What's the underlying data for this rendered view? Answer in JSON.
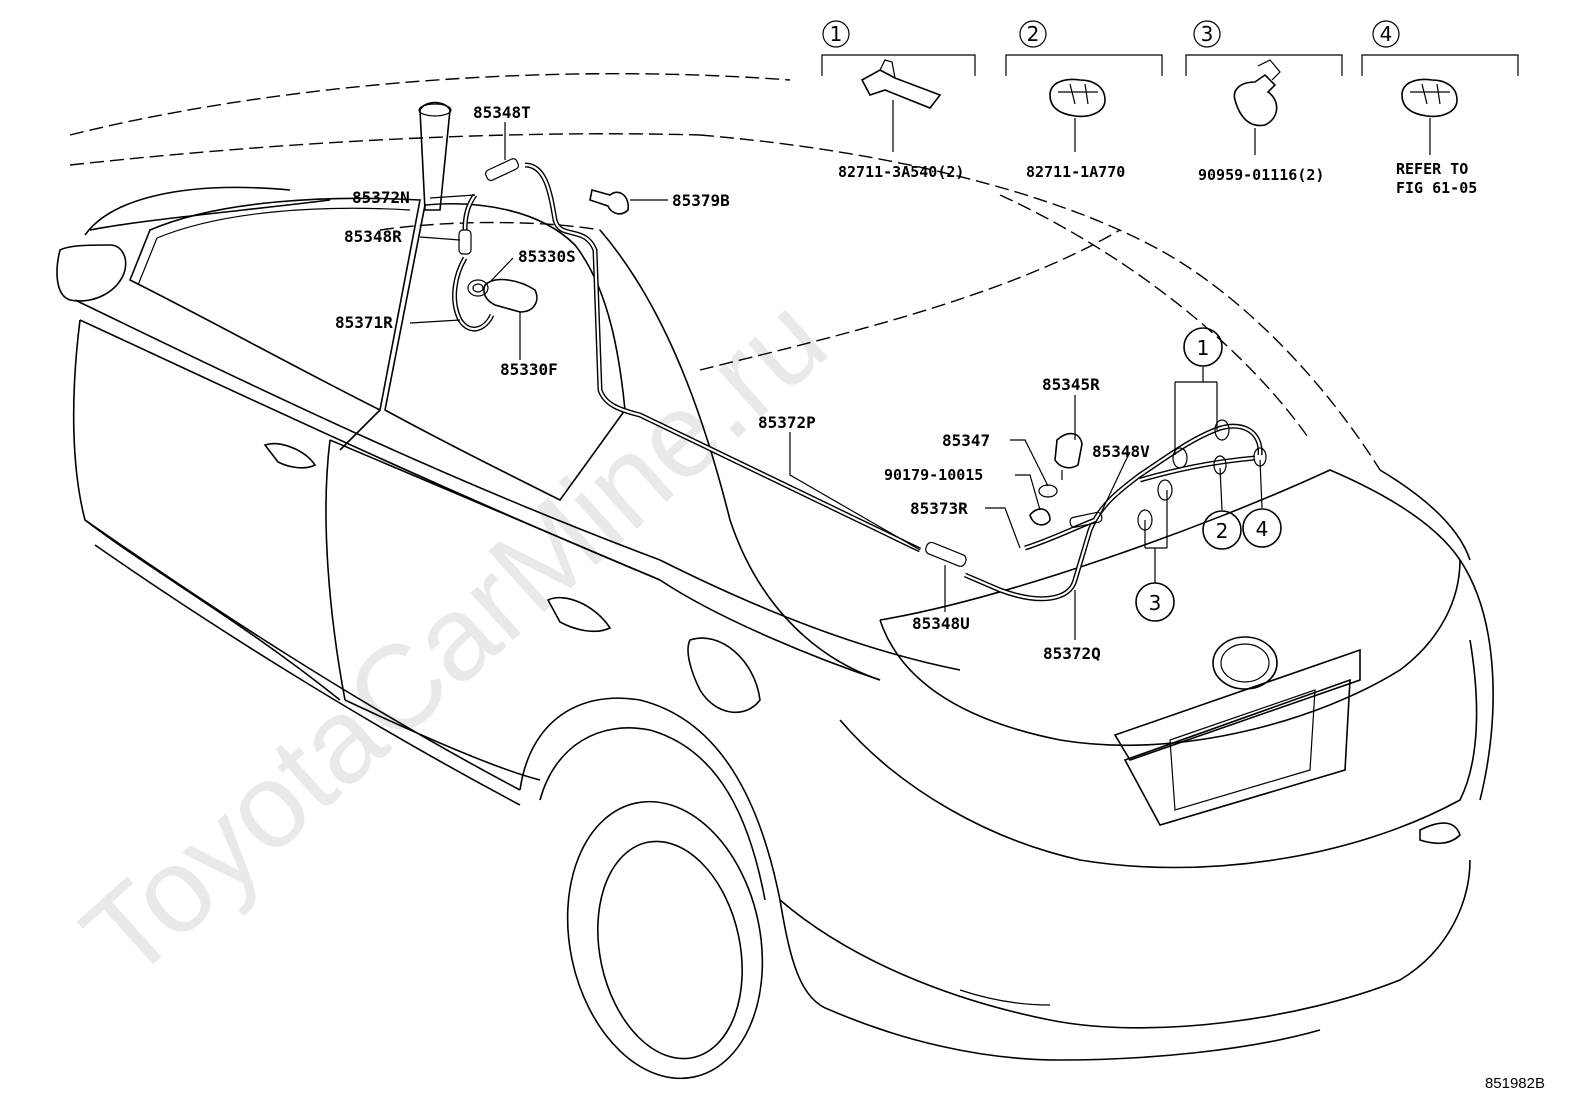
{
  "watermark": "ToyotaCarMine.ru",
  "figure_code": "851982B",
  "insets": [
    {
      "num": "1",
      "part": "82711-3A540(2)"
    },
    {
      "num": "2",
      "part": "82711-1A770"
    },
    {
      "num": "3",
      "part": "90959-01116(2)"
    },
    {
      "num": "4",
      "part_line1": "REFER TO",
      "part_line2": "FIG 61-05"
    }
  ],
  "parts": {
    "p85348T": "85348T",
    "p85372N": "85372N",
    "p85348R": "85348R",
    "p85330S": "85330S",
    "p85371R": "85371R",
    "p85330F": "85330F",
    "p85379B": "85379B",
    "p85372P": "85372P",
    "p85345R": "85345R",
    "p85347": "85347",
    "p90179": "90179-10015",
    "p85348V": "85348V",
    "p85373R": "85373R",
    "p85348U": "85348U",
    "p85372Q": "85372Q"
  },
  "callouts": [
    "1",
    "2",
    "3",
    "4"
  ]
}
